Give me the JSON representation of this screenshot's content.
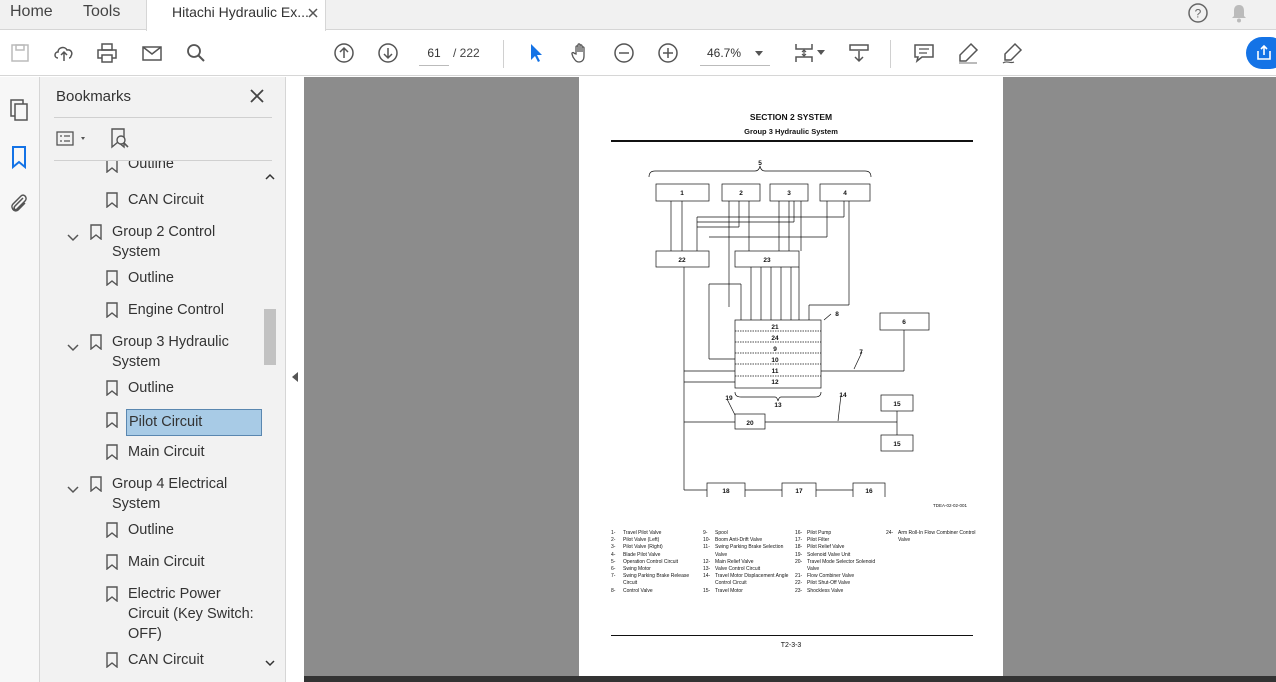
{
  "tabs": {
    "home": "Home",
    "tools": "Tools",
    "document": "Hitachi Hydraulic Ex..."
  },
  "toolbar": {
    "current_page": "61",
    "total_pages": "/ 222",
    "zoom": "46.7%"
  },
  "bookmarks": {
    "title": "Bookmarks",
    "items": [
      {
        "label": "Outline",
        "level": 2
      },
      {
        "label": "CAN Circuit",
        "level": 2
      },
      {
        "label": "Group 2 Control System",
        "level": 1,
        "expanded": true
      },
      {
        "label": "Outline",
        "level": 2
      },
      {
        "label": "Engine Control",
        "level": 2
      },
      {
        "label": "Group 3 Hydraulic System",
        "level": 1,
        "expanded": true
      },
      {
        "label": "Outline",
        "level": 2
      },
      {
        "label": "Pilot Circuit",
        "level": 2,
        "selected": true
      },
      {
        "label": "Main Circuit",
        "level": 2
      },
      {
        "label": "Group 4 Electrical System",
        "level": 1,
        "expanded": true
      },
      {
        "label": "Outline",
        "level": 2
      },
      {
        "label": "Main Circuit",
        "level": 2
      },
      {
        "label": "Electric Power Circuit (Key Switch: OFF)",
        "level": 2
      },
      {
        "label": "CAN Circuit",
        "level": 2
      }
    ]
  },
  "pdf_page": {
    "section": "SECTION 2 SYSTEM",
    "group": "Group 3 Hydraulic System",
    "figure_ref": "TDEA-02-02-001",
    "page_number": "T2-3-3",
    "diagram_labels": {
      "l1": "1",
      "l2": "2",
      "l3": "3",
      "l4": "4",
      "l5": "5",
      "l6": "6",
      "l7": "7",
      "l8": "8",
      "l9": "9",
      "l10": "10",
      "l11": "11",
      "l12": "12",
      "l13": "13",
      "l14": "14",
      "l15a": "15",
      "l15b": "15",
      "l16": "16",
      "l17": "17",
      "l18": "18",
      "l19": "19",
      "l20": "20",
      "l21": "21",
      "l22": "22",
      "l23": "23",
      "l24": "24"
    },
    "legend_col1": [
      {
        "n": "1-",
        "t": "Travel Pilot Valve"
      },
      {
        "n": "2-",
        "t": "Pilot Valve (Left)"
      },
      {
        "n": "3-",
        "t": "Pilot Valve (Right)"
      },
      {
        "n": "4-",
        "t": "Blade Pilot Valve"
      },
      {
        "n": "5-",
        "t": "Operation Control Circuit"
      },
      {
        "n": "6-",
        "t": "Swing Motor"
      },
      {
        "n": "7-",
        "t": "Swing Parking Brake Release Circuit"
      },
      {
        "n": "8-",
        "t": "Control Valve"
      }
    ],
    "legend_col2": [
      {
        "n": "9-",
        "t": "Spool"
      },
      {
        "n": "10-",
        "t": "Boom Anti-Drift Valve"
      },
      {
        "n": "11-",
        "t": "Swing Parking Brake Selection Valve"
      },
      {
        "n": "12-",
        "t": "Main Relief Valve"
      },
      {
        "n": "13-",
        "t": "Valve Control Circuit"
      },
      {
        "n": "14-",
        "t": "Travel Motor Displacement Angle Control Circuit"
      },
      {
        "n": "15-",
        "t": "Travel Motor"
      }
    ],
    "legend_col3": [
      {
        "n": "16-",
        "t": "Pilot Pump"
      },
      {
        "n": "17-",
        "t": "Pilot Filter"
      },
      {
        "n": "18-",
        "t": "Pilot Relief Valve"
      },
      {
        "n": "19-",
        "t": "Solenoid Valve Unit"
      },
      {
        "n": "20-",
        "t": "Travel Mode Selector Solenoid Valve"
      },
      {
        "n": "21-",
        "t": "Flow Combiner Valve"
      },
      {
        "n": "22-",
        "t": "Pilot Shut-Off Valve"
      },
      {
        "n": "23-",
        "t": "Shockless Valve"
      }
    ],
    "legend_col4": [
      {
        "n": "24-",
        "t": "Arm Roll-In Flow Combiner Control Valve"
      }
    ]
  }
}
